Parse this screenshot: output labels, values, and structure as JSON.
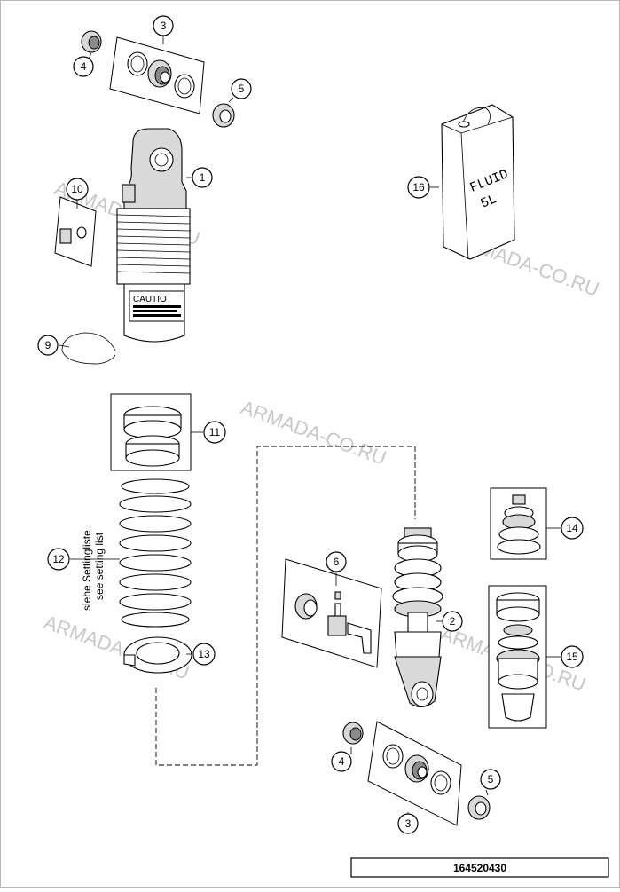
{
  "callouts": {
    "c1": "1",
    "c2": "2",
    "c3a": "3",
    "c3b": "3",
    "c4a": "4",
    "c4b": "4",
    "c5a": "5",
    "c5b": "5",
    "c6": "6",
    "c9": "9",
    "c10": "10",
    "c11": "11",
    "c12": "12",
    "c13": "13",
    "c14": "14",
    "c15": "15",
    "c16": "16"
  },
  "spring_note": {
    "line1": "siehe Settingliste",
    "line2": "see setting list"
  },
  "fluid_can": {
    "line1": "FLUID",
    "line2": "5L"
  },
  "shock_label": {
    "caution": "CAUTIO"
  },
  "watermark": {
    "text": "ARMADA-CO.RU"
  },
  "part_code": "164520430"
}
